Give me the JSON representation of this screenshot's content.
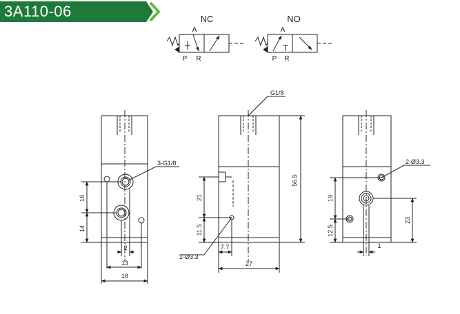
{
  "header": {
    "title": "3A110-06",
    "banner_color": "#1f7a3a",
    "chevron_color": "#5cbf3a"
  },
  "symbols": {
    "nc": {
      "label": "NC",
      "port_a": "A",
      "port_p": "P",
      "port_r": "R"
    },
    "no": {
      "label": "NO",
      "port_a": "A",
      "port_p": "P",
      "port_r": "R"
    }
  },
  "front_view": {
    "thread_callout": "3-G1/8",
    "dim_16": "16",
    "dim_14": "14",
    "dim_2": "2",
    "dim_13": "13",
    "dim_18": "18"
  },
  "side_view": {
    "thread_callout": "G1/8",
    "dim_56_5": "56.5",
    "dim_21": "21",
    "dim_11_5": "11.5",
    "hole_callout": "2-Ø3.3",
    "dim_7_7": "7.7",
    "dim_27": "27"
  },
  "rear_view": {
    "hole_callout": "2-Ø3.3",
    "dim_19": "19",
    "dim_12_5": "12.5",
    "dim_23": "23",
    "dim_1": "1"
  }
}
